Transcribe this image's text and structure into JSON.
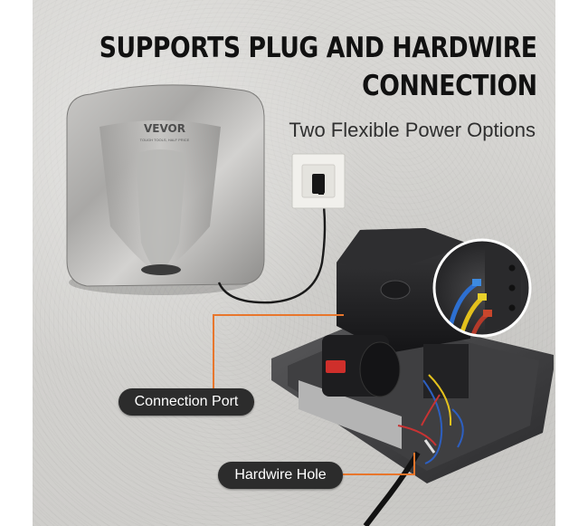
{
  "headline": {
    "line1": "SUPPORTS PLUG AND HARDWIRE",
    "line2": "CONNECTION"
  },
  "subhead": "Two Flexible Power Options",
  "brand": {
    "name": "VEVOR",
    "tagline": "TOUGH TOOLS, HALF PRICE"
  },
  "callouts": {
    "connection_port": "Connection Port",
    "hardwire_hole": "Hardwire Hole"
  },
  "colors": {
    "callout_line": "#e8762c",
    "pill_bg": "#2c2c2c",
    "wall": "#d4d3d0"
  }
}
